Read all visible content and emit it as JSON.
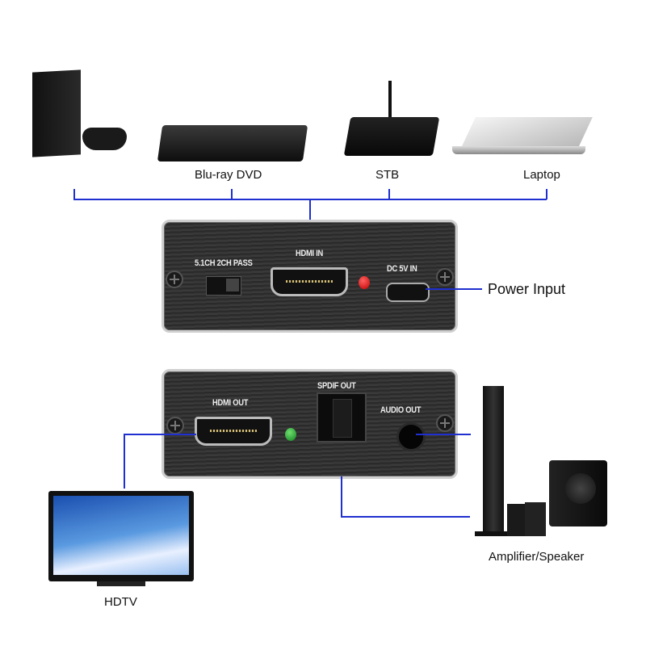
{
  "sources": {
    "bluray": "Blu-ray DVD",
    "stb": "STB",
    "laptop": "Laptop"
  },
  "top_panel": {
    "switch_label": "5.1CH  2CH PASS",
    "hdmi_in": "HDMI IN",
    "dc_in": "DC 5V IN"
  },
  "power_input": "Power Input",
  "bottom_panel": {
    "hdmi_out": "HDMI OUT",
    "spdif_out": "SPDIF OUT",
    "audio_out": "AUDIO OUT"
  },
  "outputs": {
    "speaker": "Amplifier/Speaker",
    "tv": "HDTV"
  },
  "colors": {
    "line": "#1f2fd0",
    "led_power": "#e01010",
    "led_status": "#20a030"
  }
}
